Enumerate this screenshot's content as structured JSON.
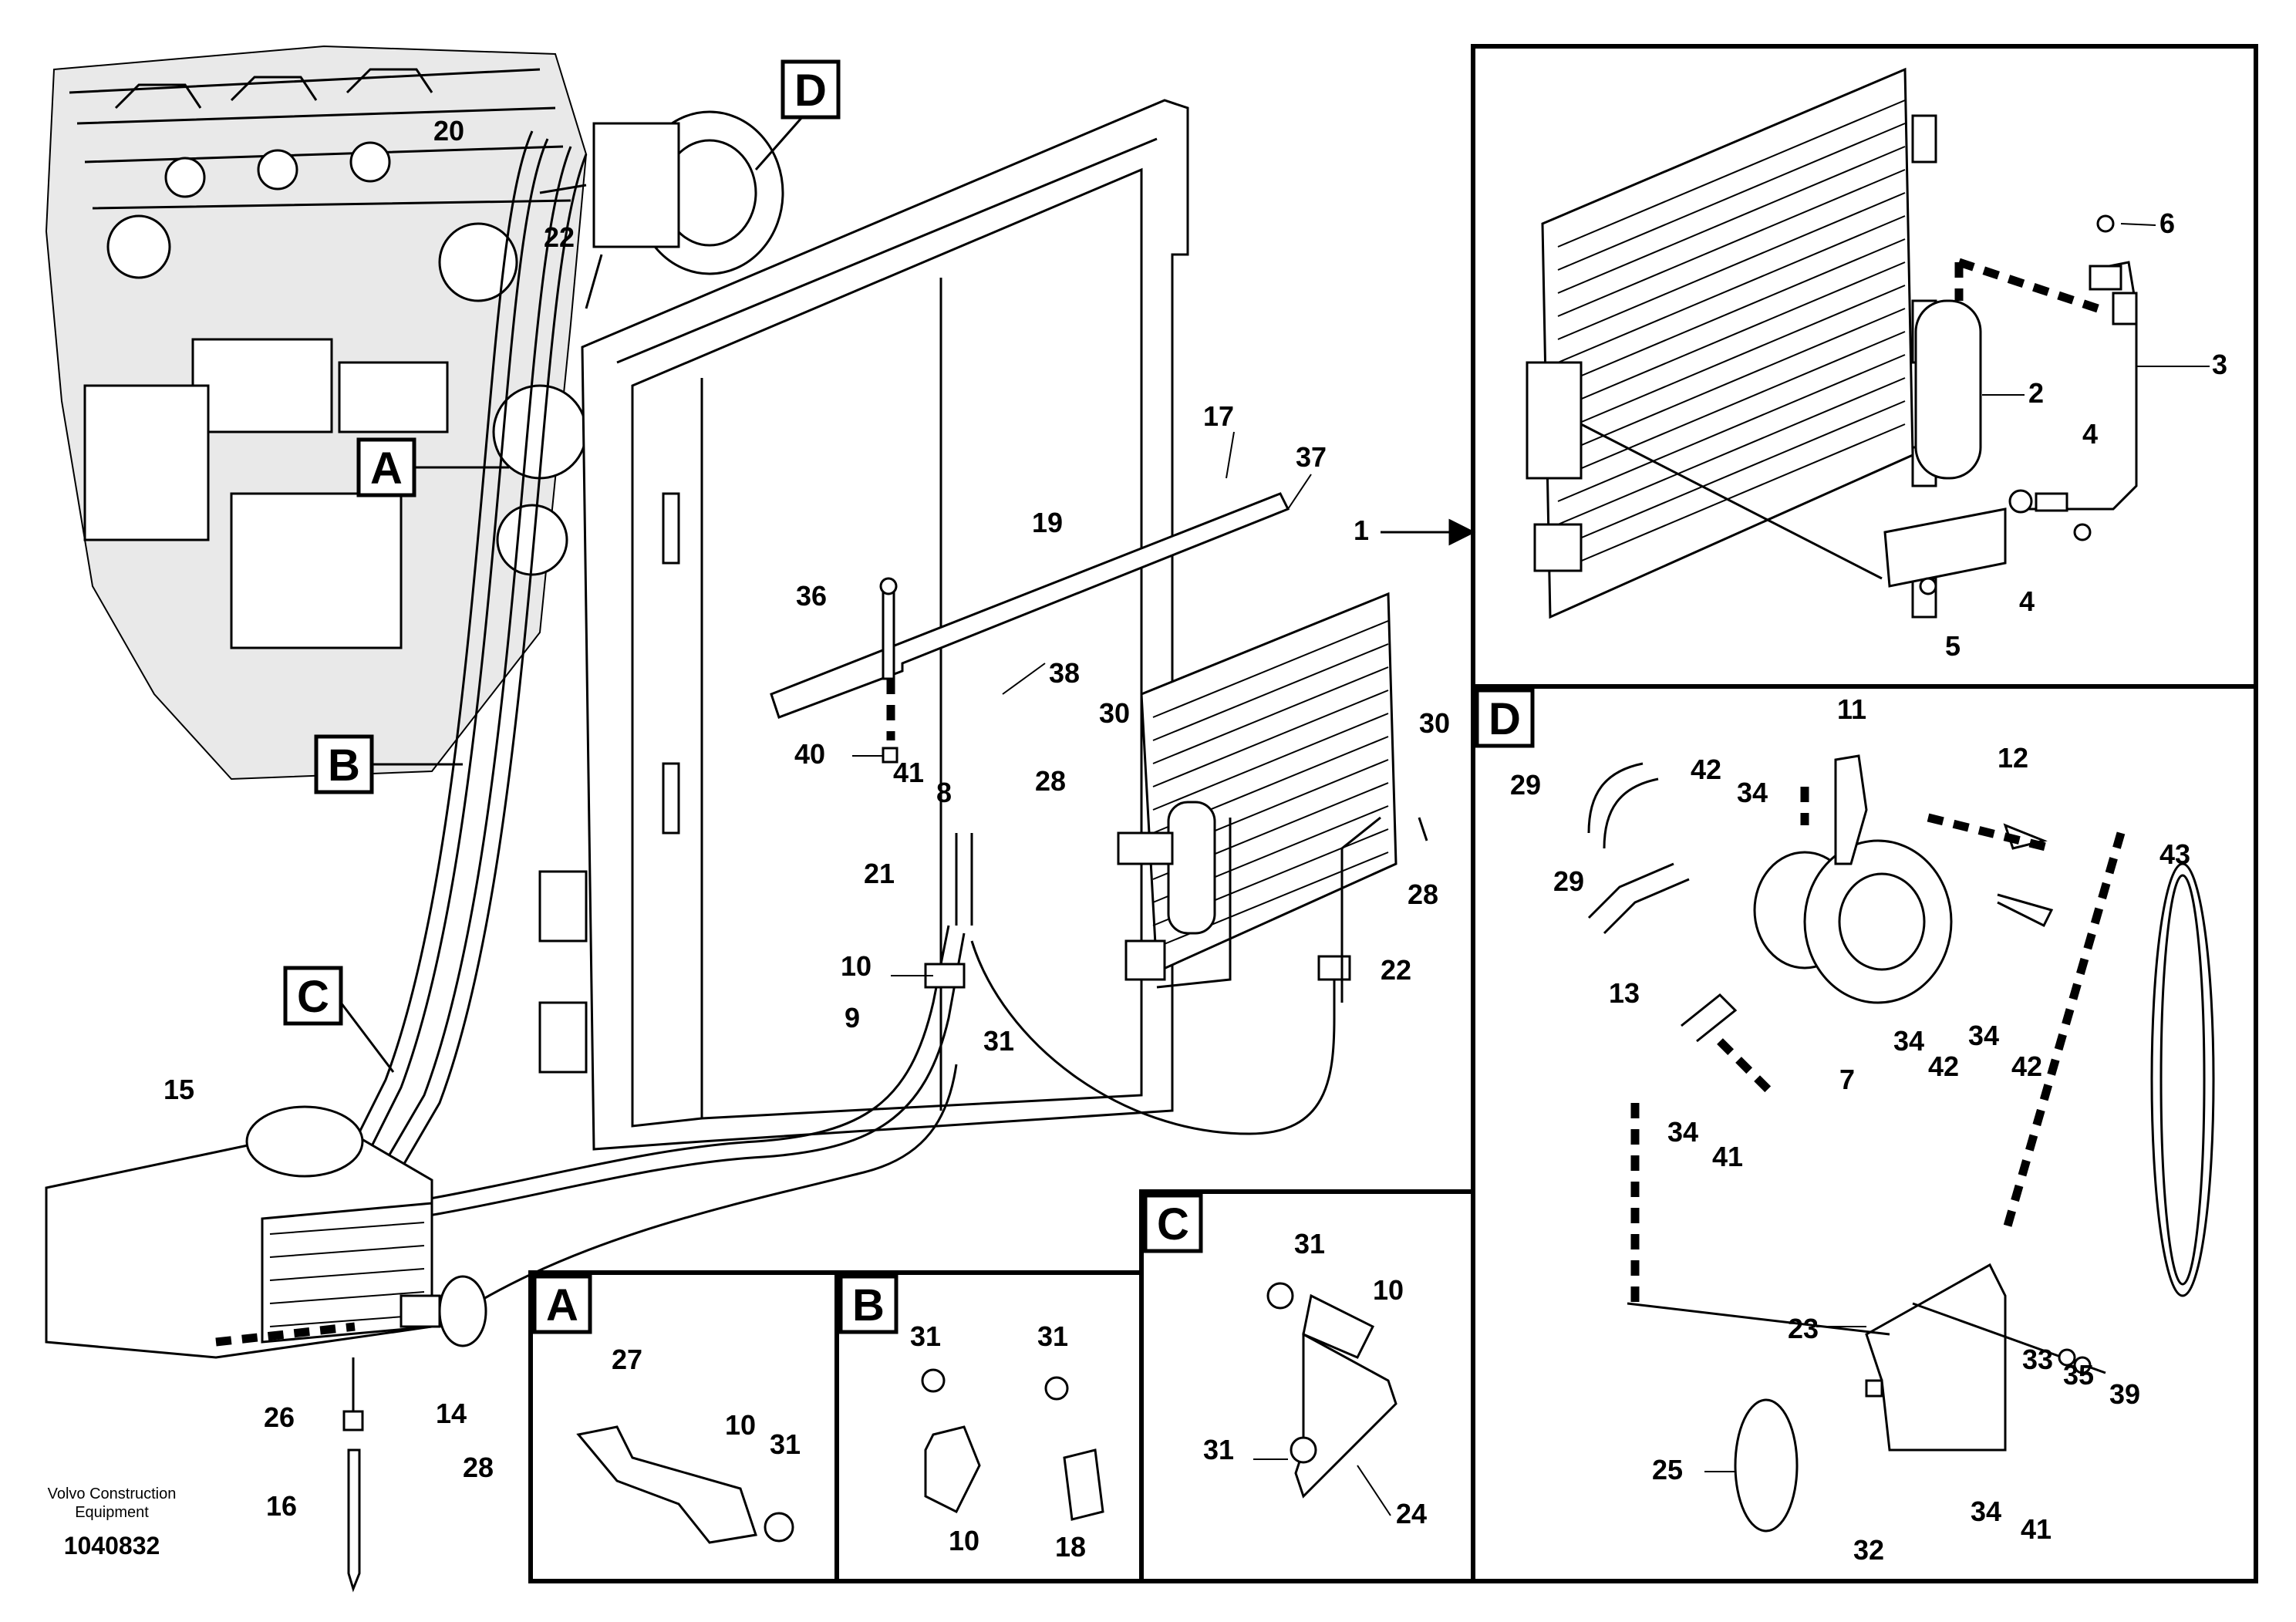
{
  "main_callouts": [
    "A",
    "B",
    "C",
    "D"
  ],
  "detail_titles": {
    "A": "A",
    "B": "B",
    "C": "C",
    "D": "D"
  },
  "brand": {
    "line1": "Volvo Construction",
    "line2": "Equipment",
    "doc_number": "1040832"
  },
  "labels": {
    "p1": "1",
    "p2": "2",
    "p3": "3",
    "p4a": "4",
    "p4b": "4",
    "p5": "5",
    "p6": "6",
    "p7": "7",
    "p8": "8",
    "p9": "9",
    "p10a": "10",
    "p10b": "10",
    "p10c": "10",
    "p10d": "10",
    "p11": "11",
    "p12": "12",
    "p13": "13",
    "p14": "14",
    "p15": "15",
    "p16": "16",
    "p17": "17",
    "p18": "18",
    "p19": "19",
    "p20": "20",
    "p21": "21",
    "p22a": "22",
    "p22b": "22",
    "p23": "23",
    "p24": "24",
    "p25": "25",
    "p26": "26",
    "p27": "27",
    "p28a": "28",
    "p28b": "28",
    "p28c": "28",
    "p29a": "29",
    "p29b": "29",
    "p30a": "30",
    "p30b": "30",
    "p31a": "31",
    "p31b": "31",
    "p31c": "31",
    "p31d": "31",
    "p31e": "31",
    "p31f": "31",
    "p32": "32",
    "p33": "33",
    "p34a": "34",
    "p34b": "34",
    "p34c": "34",
    "p34d": "34",
    "p34e": "34",
    "p35": "35",
    "p36": "36",
    "p37": "37",
    "p38": "38",
    "p39": "39",
    "p40": "40",
    "p41a": "41",
    "p41b": "41",
    "p41c": "41",
    "p42a": "42",
    "p42b": "42",
    "p42c": "42",
    "p43": "43"
  }
}
